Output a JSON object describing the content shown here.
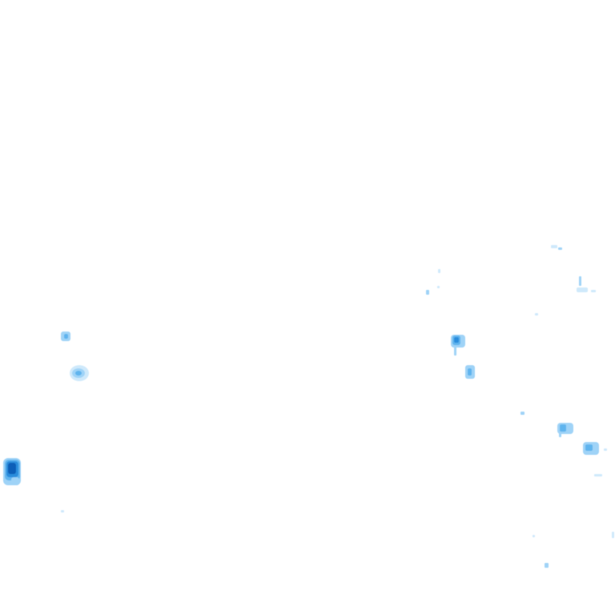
{
  "map": {
    "kind": "precipitation-radar-overlay",
    "background": "#ffffff",
    "palette": {
      "faint": "#cfe9fb",
      "light": "#9fd3f7",
      "medium": "#5fb4ee",
      "strong": "#2b8ddc",
      "intense": "#0b5fb8"
    },
    "cells": [
      {
        "intensity": "light"
      },
      {
        "intensity": "light"
      },
      {
        "intensity": "intense"
      },
      {
        "intensity": "medium"
      },
      {
        "intensity": "light"
      },
      {
        "intensity": "light"
      },
      {
        "intensity": "light"
      },
      {
        "intensity": "faint"
      },
      {
        "intensity": "faint"
      },
      {
        "intensity": "faint"
      },
      {
        "intensity": "faint"
      },
      {
        "intensity": "faint"
      },
      {
        "intensity": "faint"
      },
      {
        "intensity": "faint"
      },
      {
        "intensity": "faint"
      }
    ]
  }
}
